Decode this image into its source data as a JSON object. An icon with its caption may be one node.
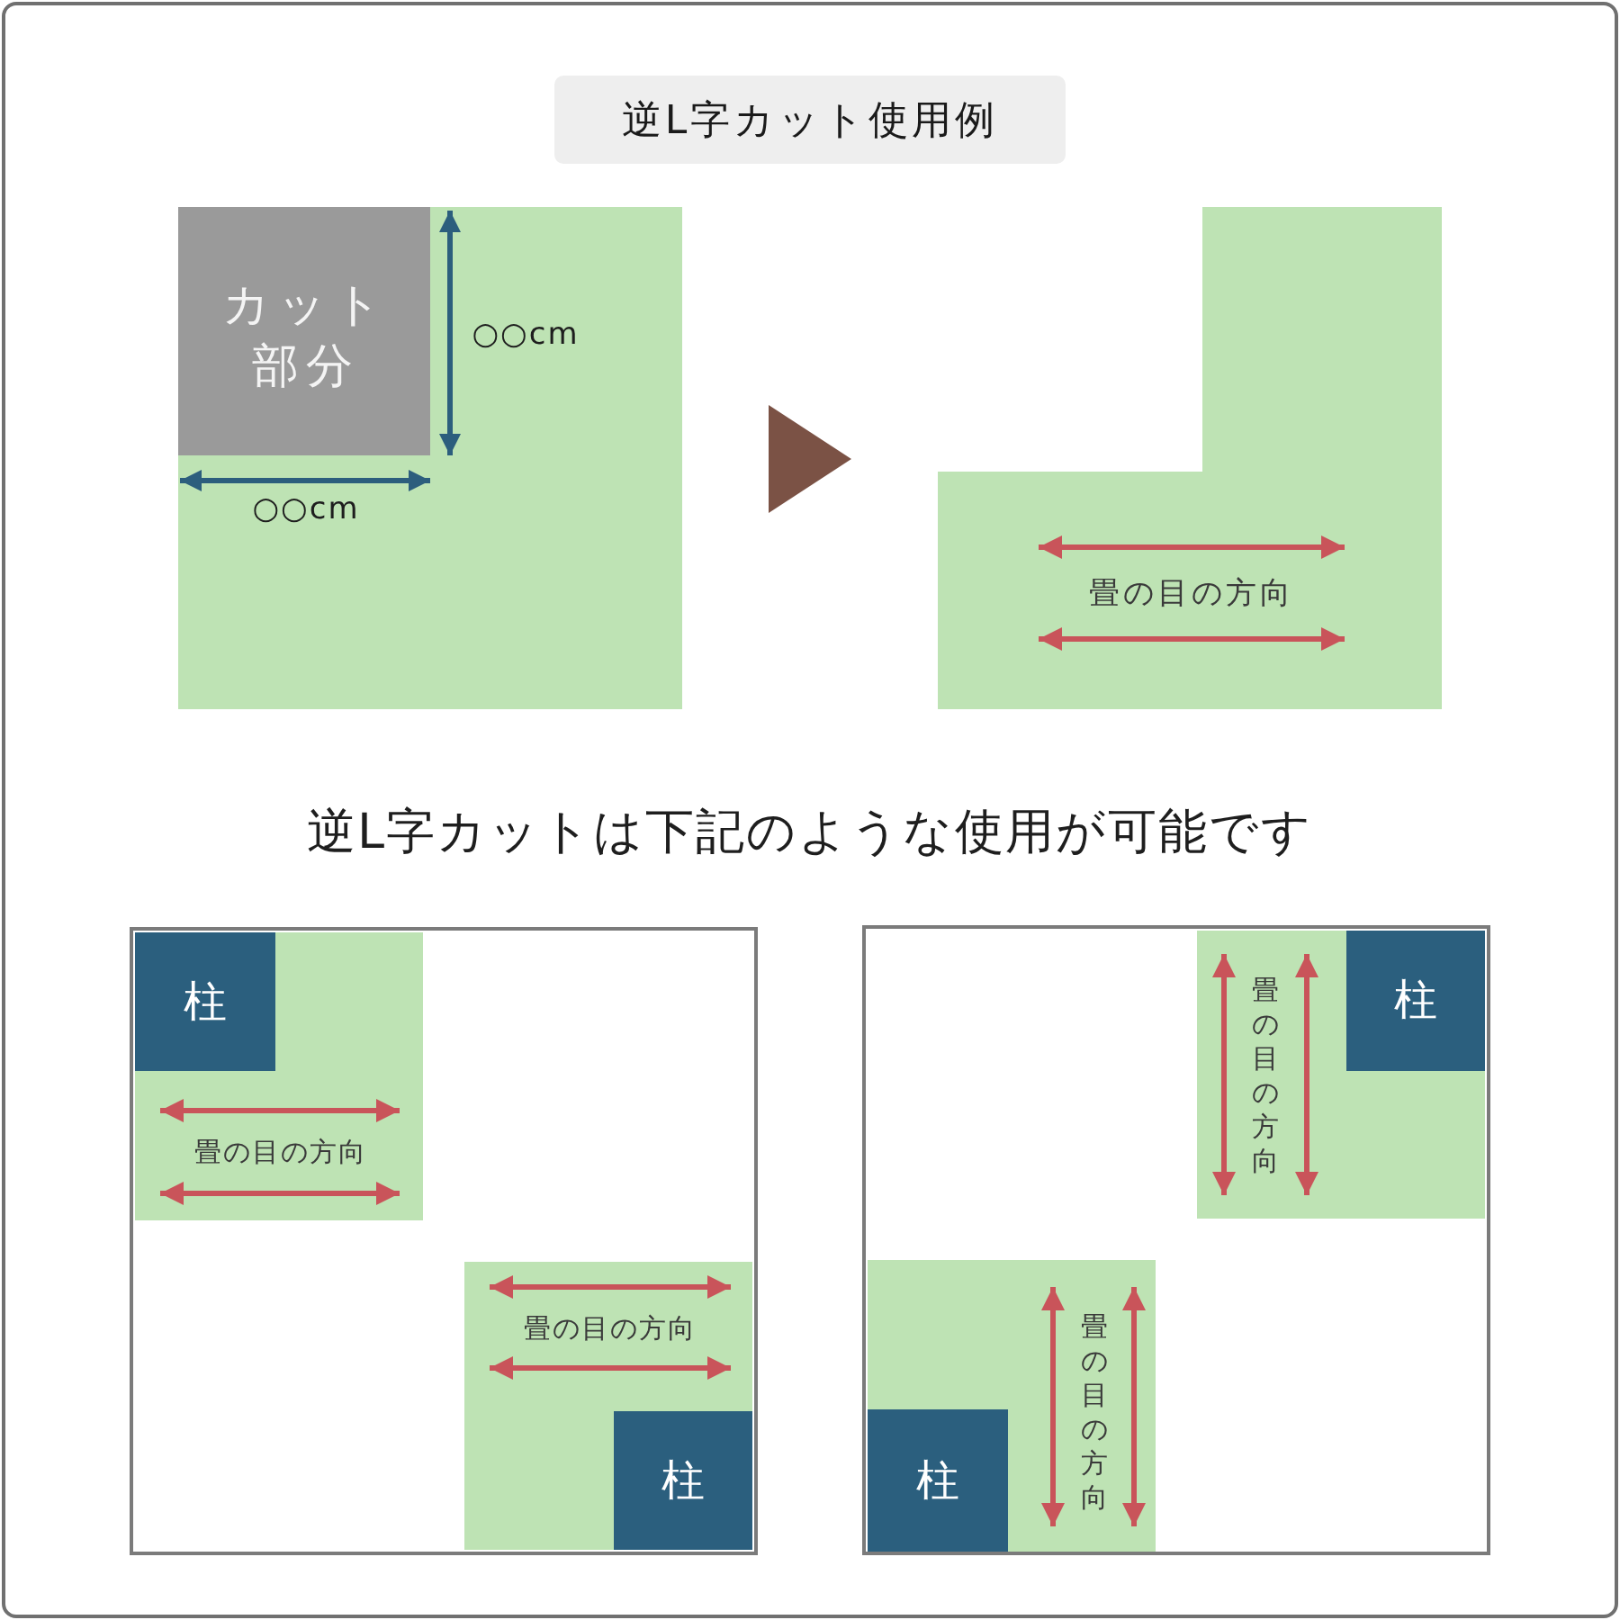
{
  "diagram": {
    "title": "逆L字カット使用例",
    "nodes": [
      {
        "text": [],
        "shape": "box"
      },
      {
        "text": [
          "カット部分"
        ],
        "in": 0
      },
      {
        "text": [
          "畳の目の方向"
        ]
      },
      {
        "text": [],
        "shape": "box"
      },
      {
        "text": [
          "畳の目の方向"
        ],
        "in": 3
      },
      {
        "text": [
          "柱"
        ],
        "in": 4
      },
      {
        "text": [
          "畳の目の方向"
        ],
        "in": 3
      },
      {
        "text": [
          "柱"
        ],
        "in": 6
      },
      {
        "text": [],
        "shape": "box"
      },
      {
        "text": [
          "畳の目の方向"
        ],
        "in": 8
      },
      {
        "text": [
          "柱"
        ],
        "in": 9
      },
      {
        "text": [
          "畳の目の方向"
        ],
        "in": 8
      },
      {
        "text": [
          "柱"
        ],
        "in": 11
      }
    ],
    "edges": [
      {
        "from": 0,
        "to": 2,
        "arrow": "to"
      }
    ],
    "labels": [
      "○○cm",
      "○○cm",
      "逆L字カットは下記のような使用が可能です"
    ]
  }
}
